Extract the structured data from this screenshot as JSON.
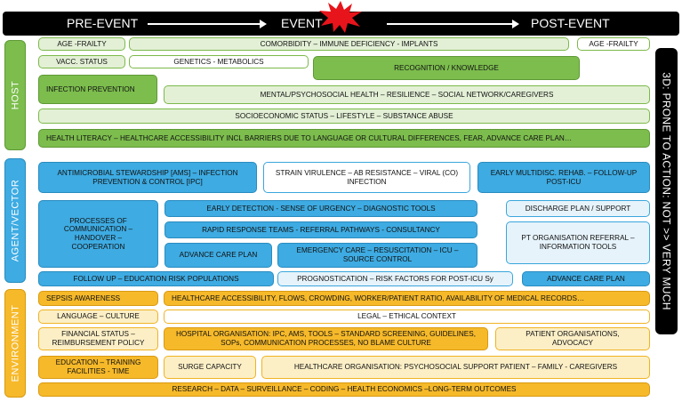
{
  "timeline": {
    "pre_event": "PRE-EVENT",
    "event": "EVENT",
    "post_event": "POST-EVENT"
  },
  "side_labels": {
    "host": "HOST",
    "agent_vector": "AGENT/VECTOR",
    "environment": "ENVIRONMENT"
  },
  "right_label": "3D: PRONE TO ACTION: NOT >> VERY MUCH",
  "host": {
    "age_frailty_pre": "AGE -FRAILTY",
    "comorbidity": "COMORBIDITY – IMMUNE DEFICIENCY - IMPLANTS",
    "age_frailty_post": "AGE -FRAILTY",
    "vacc_status": "VACC. STATUS",
    "genetics": "GENETICS - METABOLICS",
    "recognition": "RECOGNITION / KNOWLEDGE",
    "infection_prevention": "INFECTION PREVENTION",
    "mental_health": "MENTAL/PSYCHOSOCIAL HEALTH – RESILIENCE – SOCIAL NETWORK/CAREGIVERS",
    "socioeconomic": "SOCIOECONOMIC STATUS – LIFESTYLE – SUBSTANCE ABUSE",
    "health_literacy": "HEALTH LITERACY – HEALTHCARE ACCESSIBILITY INCL BARRIERS DUE TO LANGUAGE OR CULTURAL DIFFERENCES, FEAR, ADVANCE CARE PLAN…"
  },
  "agent": {
    "antimicrobial": "ANTIMICROBIAL STEWARDSHIP [AMS] – INFECTION PREVENTION & CONTROL [IPC]",
    "strain_virulence": "STRAIN VIRULENCE – AB RESISTANCE – VIRAL (CO) INFECTION",
    "early_rehab": "EARLY MULTIDISC. REHAB. – FOLLOW-UP POST-ICU",
    "processes": "PROCESSES OF COMMUNICATION – HANDOVER – COOPERATION",
    "early_detection": "EARLY DETECTION - SENSE OF URGENCY – DIAGNOSTIC TOOLS",
    "discharge_plan": "DISCHARGE PLAN / SUPPORT",
    "rapid_response": "RAPID RESPONSE TEAMS - REFERRAL PATHWAYS - CONSULTANCY",
    "pt_organisation": "PT ORGANISATION REFERRAL – INFORMATION TOOLS",
    "advance_care_plan_mid": "ADVANCE CARE PLAN",
    "emergency_care": "EMERGENCY CARE – RESUSCITATION – ICU – SOURCE CONTROL",
    "follow_up": "FOLLOW UP – EDUCATION RISK POPULATIONS",
    "prognostication": "PROGNOSTICATION – RISK FACTORS FOR POST-ICU Sy",
    "advance_care_plan_post": "ADVANCE CARE PLAN"
  },
  "environment": {
    "sepsis_awareness": "SEPSIS AWARENESS",
    "healthcare_accessibility": "HEALTHCARE ACCESSIBILITY, FLOWS, CROWDING, WORKER/PATIENT RATIO, AVAILABILITY OF MEDICAL RECORDS…",
    "language_culture": "LANGUAGE – CULTURE",
    "legal_ethical": "LEGAL – ETHICAL CONTEXT",
    "financial_status": "FINANCIAL STATUS – REIMBURSEMENT POLICY",
    "hospital_organisation": "HOSPITAL ORGANISATION: IPC, AMS, TOOLS – STANDARD SCREENING, GUIDELINES, SOPs, COMMUNICATION PROCESSES, NO BLAME CULTURE",
    "patient_organisations": "PATIENT ORGANISATIONS, ADVOCACY",
    "education_training": "EDUCATION – TRAINING FACILITIES - TIME",
    "surge_capacity": "SURGE CAPACITY",
    "healthcare_organisation": "HEALTHCARE ORGANISATION: PSYCHOSOCIAL SUPPORT PATIENT – FAMILY - CAREGIVERS",
    "research": "RESEARCH – DATA – SURVEILLANCE – CODING – HEALTH ECONOMICS –LONG-TERM OUTCOMES"
  },
  "colors": {
    "host_green": "#7cbd4d",
    "agent_blue": "#3eabe2",
    "environment_yellow": "#f6b92a",
    "event_star": "#e8141b",
    "timeline_bar": "#000000"
  }
}
